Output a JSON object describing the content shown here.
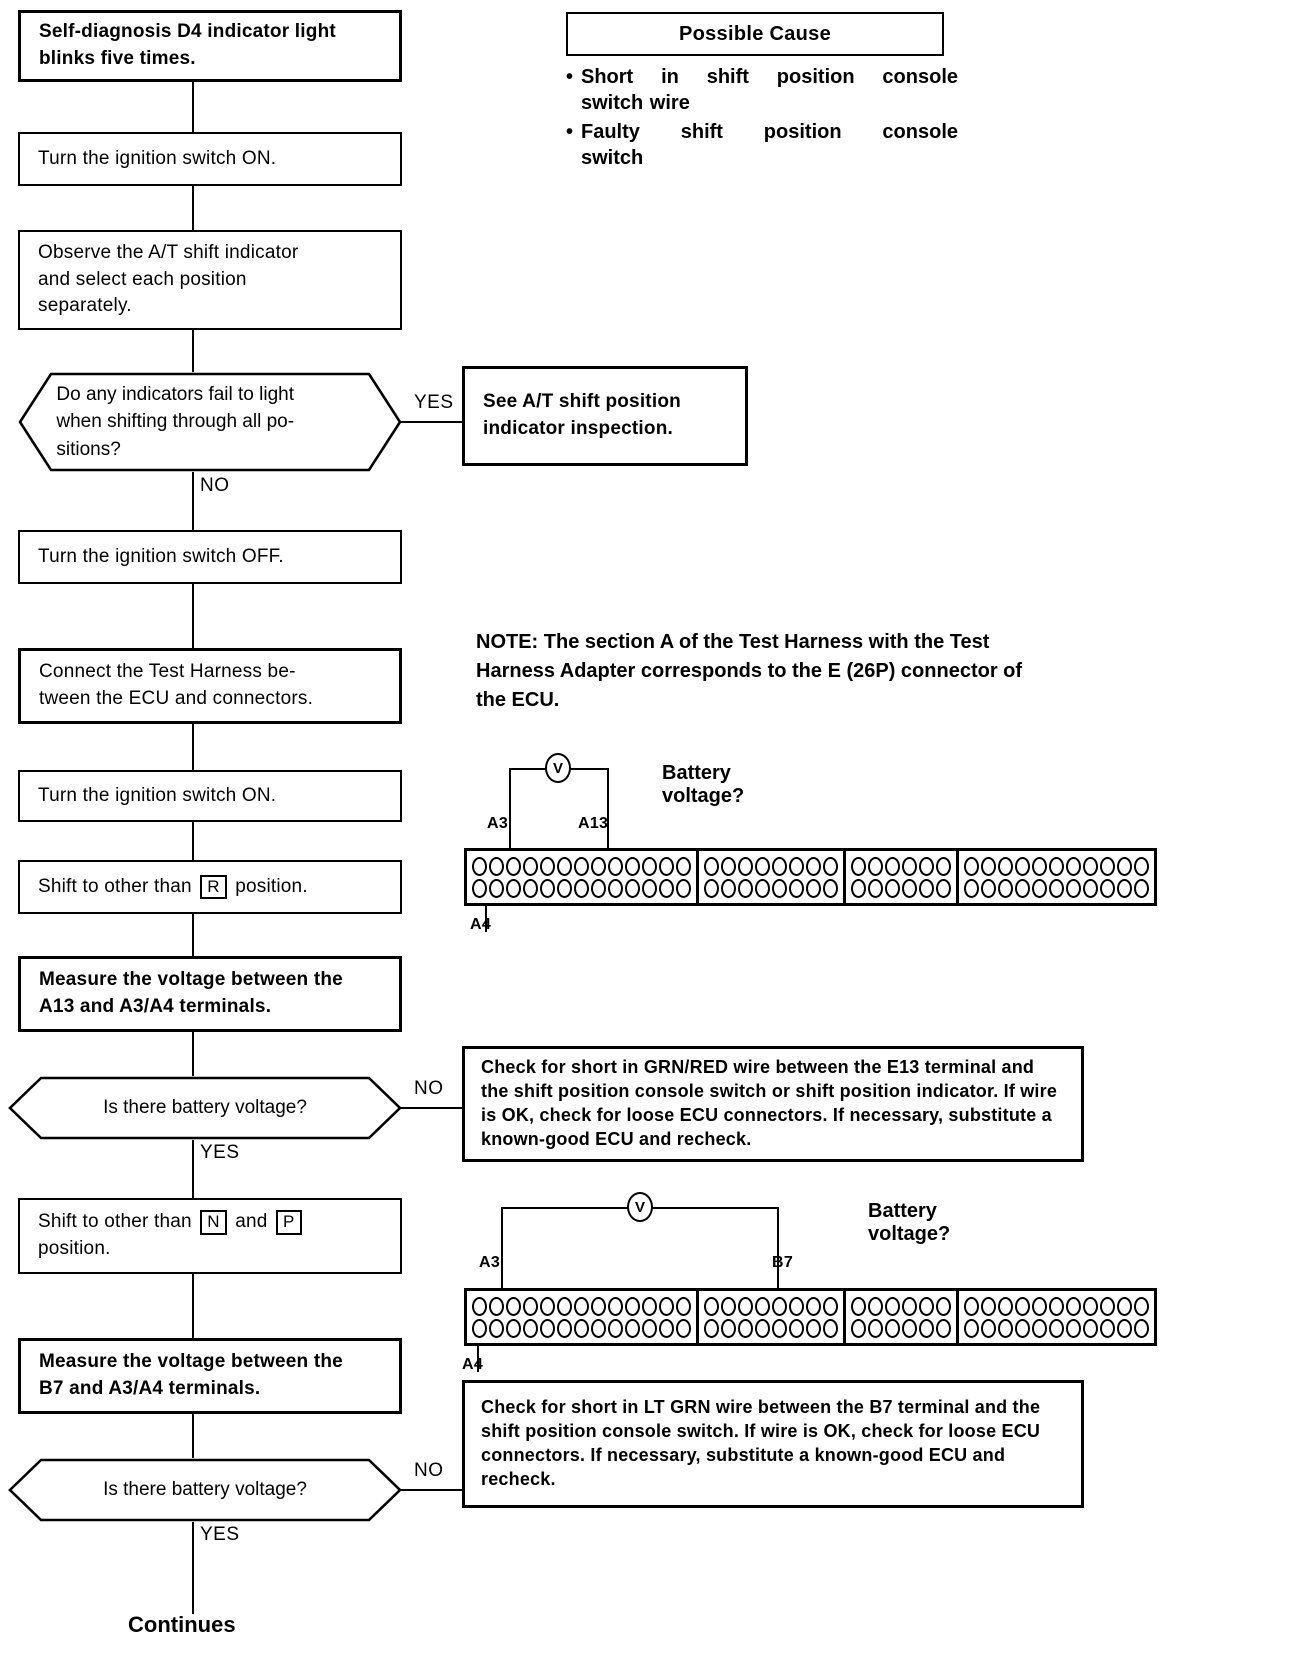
{
  "title": "A/T Self-diagnosis D4 blinks five times troubleshooting flowchart",
  "possible_cause": {
    "header": "Possible Cause",
    "items": [
      {
        "line1": "Short  in  shift  position  console",
        "line2": "switch wire"
      },
      {
        "line1": "Faulty  shift  position  console",
        "line2": "switch"
      }
    ],
    "bullet": "•"
  },
  "note": {
    "label": "NOTE:",
    "text": "NOTE:  The section A of the Test Harness with the Test Harness Adapter corresponds to the E (26P) connector of the ECU."
  },
  "flow": {
    "step_start": "Self-diagnosis D4 indicator light blinks five times.",
    "step_ign_on_1": "Turn the ignition switch ON.",
    "step_observe": "Observe the A/T shift indicator\nand   select   each   position\nseparately.",
    "decision_indicators": "Do any indicators fail to light\nwhen shifting through all po-\nsitions?",
    "branch_yes_1": "YES",
    "branch_no_1": "NO",
    "result_see_at": "See A/T shift position\nindicator  inspection.",
    "step_ign_off": "Turn the ignition switch OFF.",
    "step_connect_harness": "Connect  the  Test  Harness  be-\ntween the ECU and connectors.",
    "step_ign_on_2": "Turn the ignition switch ON.",
    "step_shift_r_pre": "Shift  to  other  than ",
    "step_shift_r_gear": "R",
    "step_shift_r_post": " position.",
    "step_measure_a13": "Measure the voltage between the\nA13 and A3/A4 terminals.",
    "decision_batt_1": "Is there battery voltage?",
    "branch_no_2": "NO",
    "branch_yes_2": "YES",
    "result_check_grnred": "Check for short in GRN/RED wire between the E13 terminal and the shift position console switch or shift position indicator. If wire is OK, check for loose ECU connectors. If necessary, substitute a known-good ECU and recheck.",
    "step_shift_np_pre": "Shift  to  other  than ",
    "step_shift_np_gear1": "N",
    "step_shift_np_mid": " and ",
    "step_shift_np_gear2": "P",
    "step_shift_np_post": "\nposition.",
    "step_measure_b7": "Measure the voltage between the\nB7 and A3/A4 terminals.",
    "decision_batt_2": "Is there battery voltage?",
    "branch_no_3": "NO",
    "branch_yes_3": "YES",
    "result_check_ltgrn": "Check for short in LT GRN wire between the B7 terminal and the shift position console switch. If wire is OK, check for loose ECU connectors. If necessary, substitute a known-good ECU and recheck.",
    "continues": "Continues"
  },
  "connector_1": {
    "voltmeter_symbol": "V",
    "question": "Battery voltage?",
    "label_left": "A3",
    "label_right": "A13",
    "label_bottom": "A4",
    "segments": [
      13,
      8,
      6,
      11
    ]
  },
  "connector_2": {
    "voltmeter_symbol": "V",
    "question": "Battery voltage?",
    "label_left": "A3",
    "label_right": "B7",
    "label_bottom": "A4",
    "segments": [
      13,
      8,
      6,
      11
    ]
  },
  "colors": {
    "ink": "#000000",
    "paper": "#ffffff"
  }
}
